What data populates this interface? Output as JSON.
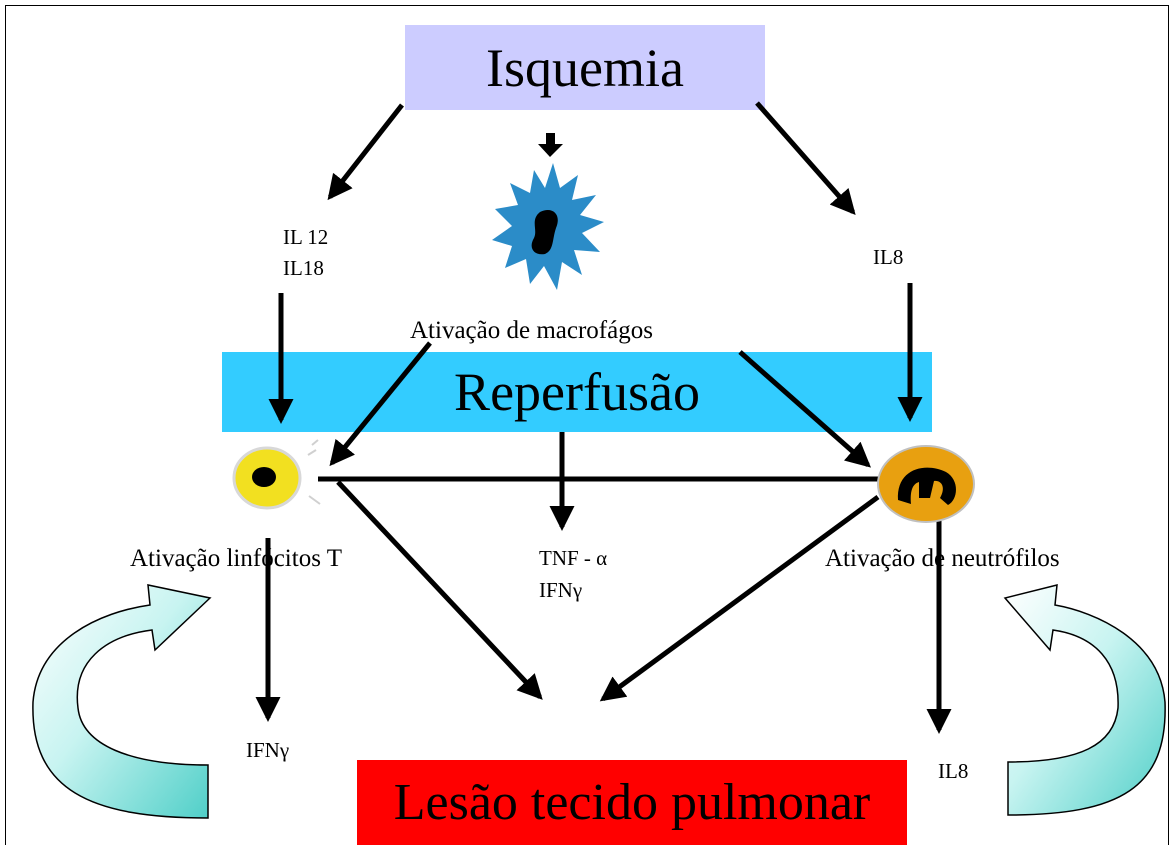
{
  "nodes": {
    "isquemia": "Isquemia",
    "reperfusao": "Reperfusão",
    "lesao": "Lesão tecido pulmonar",
    "macrofagos": "Ativação de macrofágos",
    "linfocitos": "Ativação linfócitos T",
    "neutrofilos": "Ativação de neutrófilos"
  },
  "mediators": {
    "il12": "IL 12",
    "il18": "IL18",
    "il8_top": "IL8",
    "tnf": "TNF - α",
    "ifn_center": "IFNγ",
    "ifn_left": "IFNγ",
    "il8_bottom": "IL8"
  },
  "colors": {
    "isquemia_box": "#ccccff",
    "reperfusao_box": "#33ccff",
    "lesao_box": "#ff0000",
    "cycle_arrow": "#4fcfc8",
    "lymphocyte": "#f2e020",
    "neutrophil": "#e8a010",
    "macrophage": "#2b8cc8"
  },
  "icons": [
    "macrophage-cell-icon",
    "lymphocyte-cell-icon",
    "neutrophil-cell-icon",
    "cycle-arrow-icon"
  ]
}
